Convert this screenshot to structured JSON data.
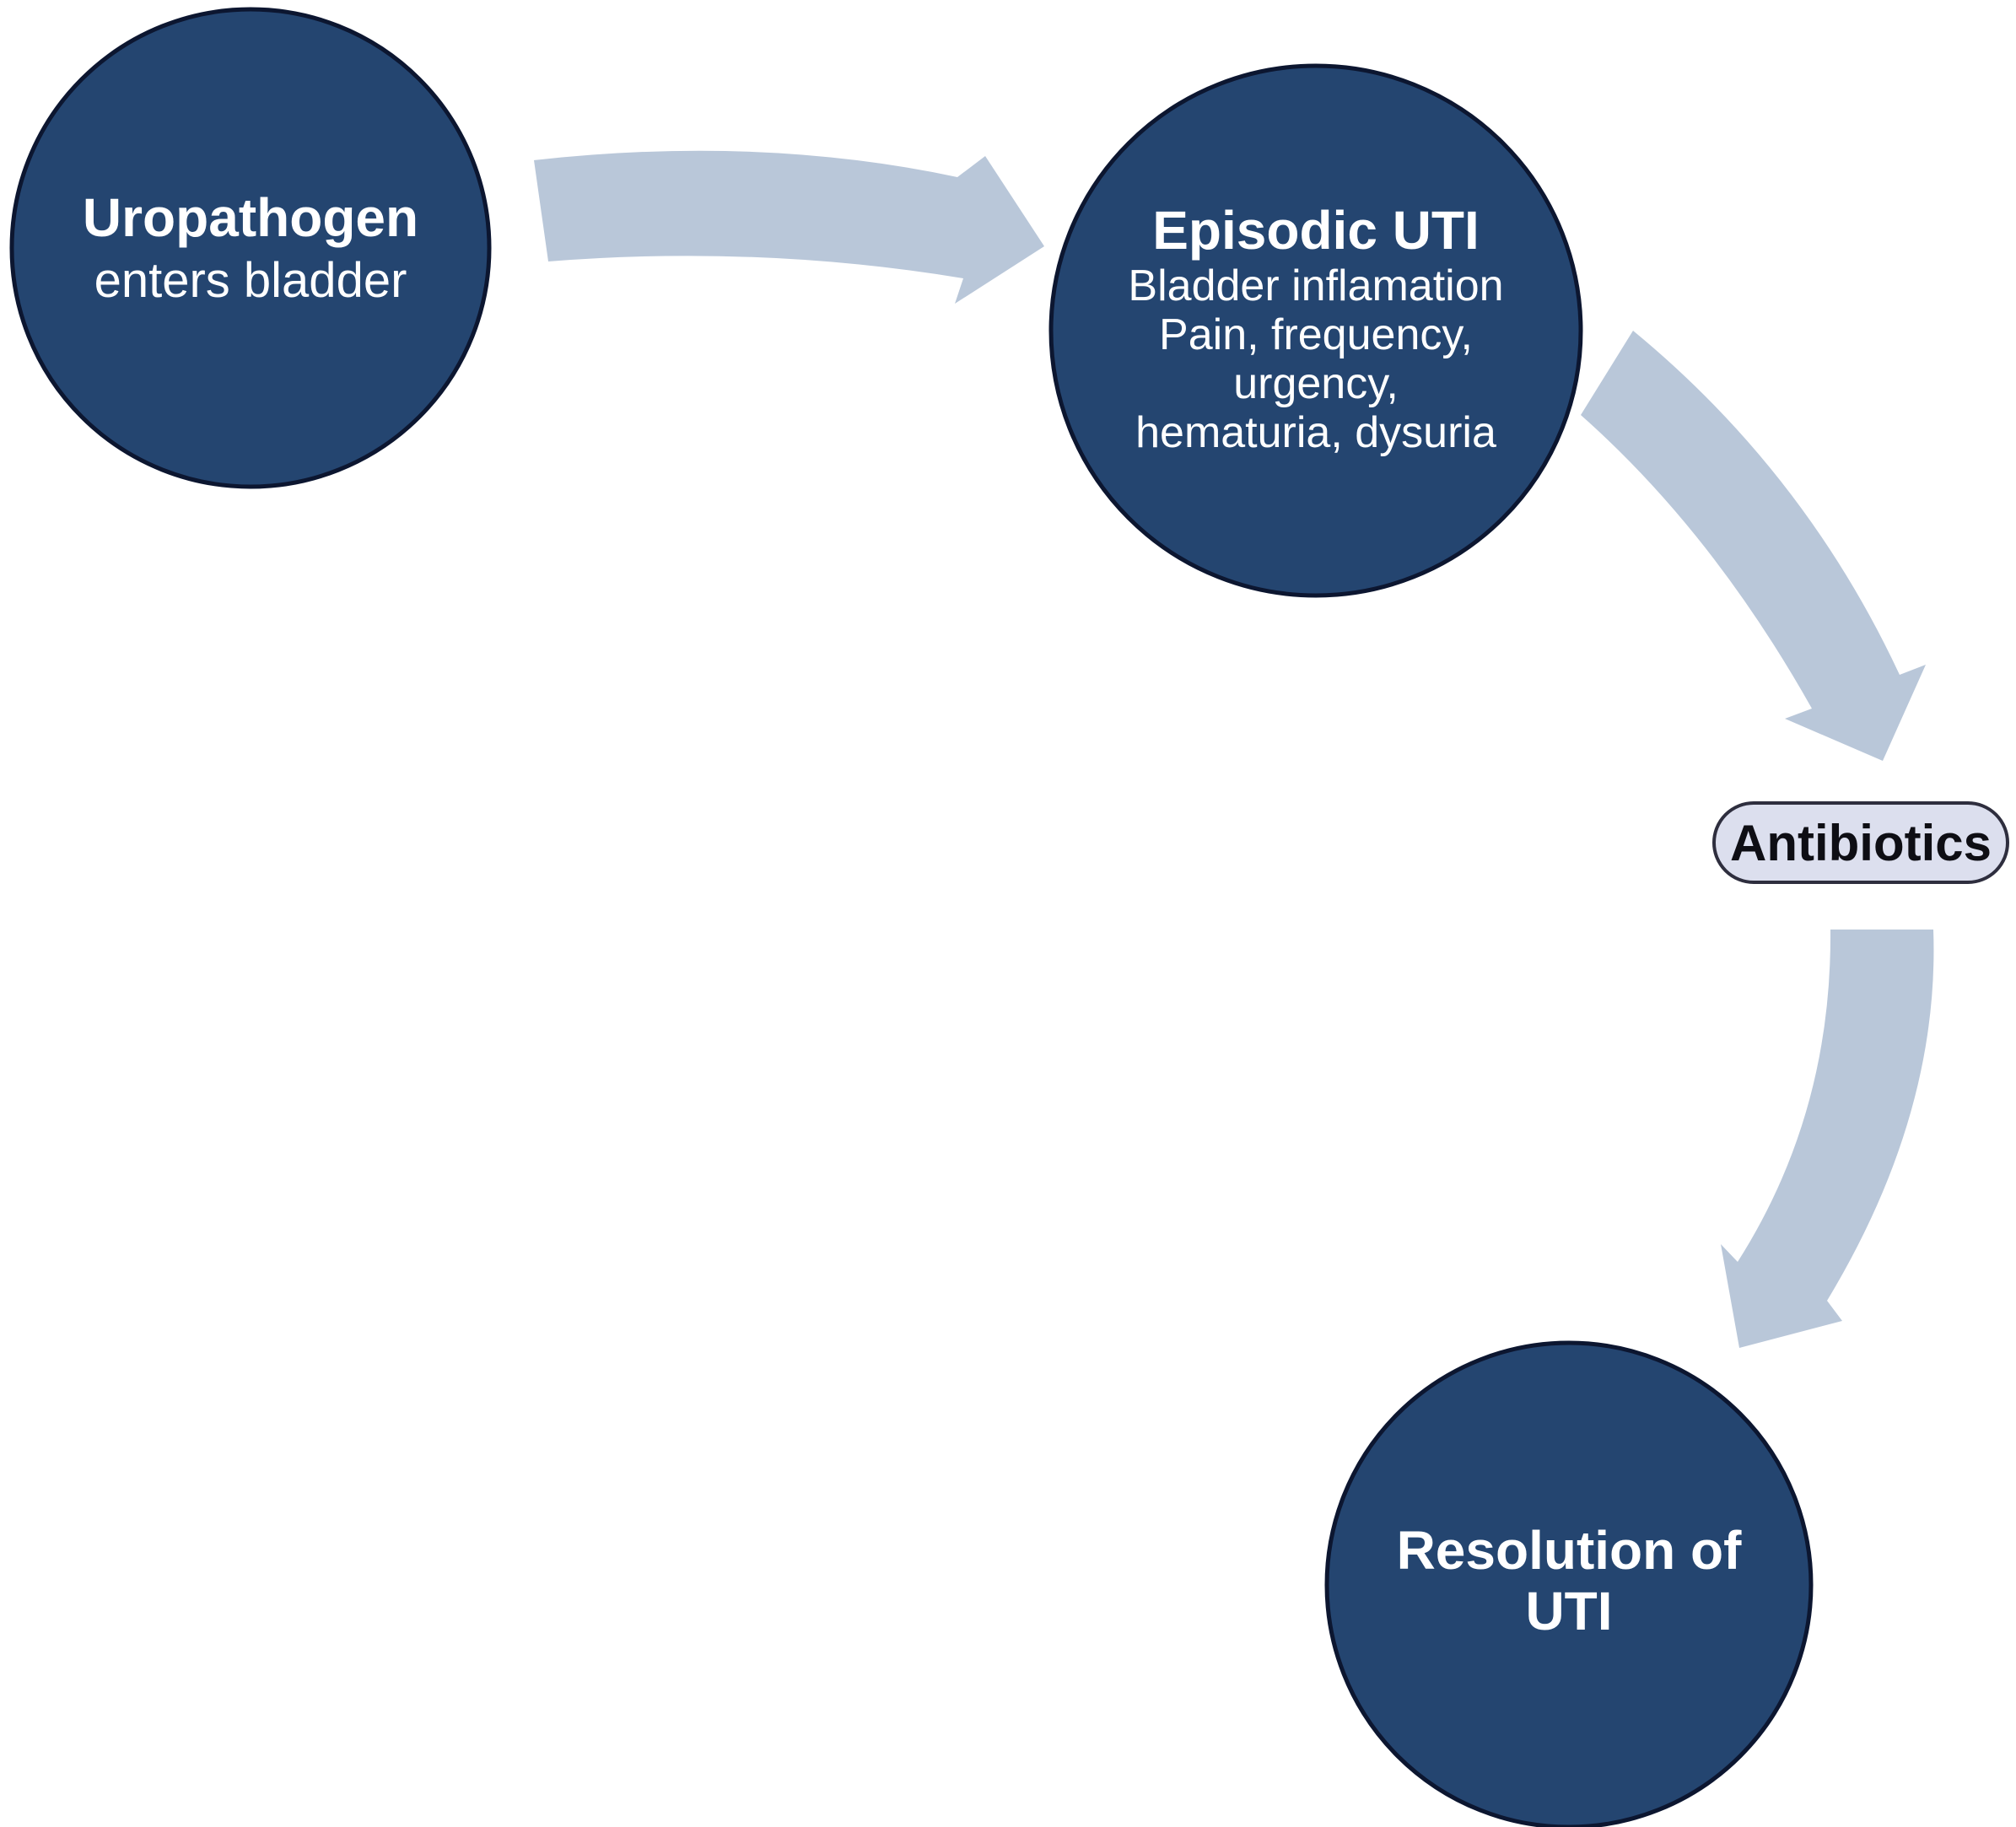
{
  "nodes": {
    "uropathogen": {
      "title": "Uropathogen",
      "subtitle": "enters bladder"
    },
    "episodic": {
      "title": "Episodic UTI",
      "lines": [
        "Bladder inflamation",
        "Pain, frequency,",
        "urgency,",
        "hematuria, dysuria"
      ]
    },
    "antibiotics": {
      "label": "Antibiotics"
    },
    "resolution": {
      "lines": [
        "Resolution of",
        "UTI"
      ]
    }
  },
  "colors": {
    "node_fill": "#244570",
    "node_outline": "#0c1630",
    "arrow_fill": "#b9c7d9",
    "pill_fill": "#dcdfee",
    "node_text": "#ffffff",
    "pill_text": "#0e0e14"
  }
}
